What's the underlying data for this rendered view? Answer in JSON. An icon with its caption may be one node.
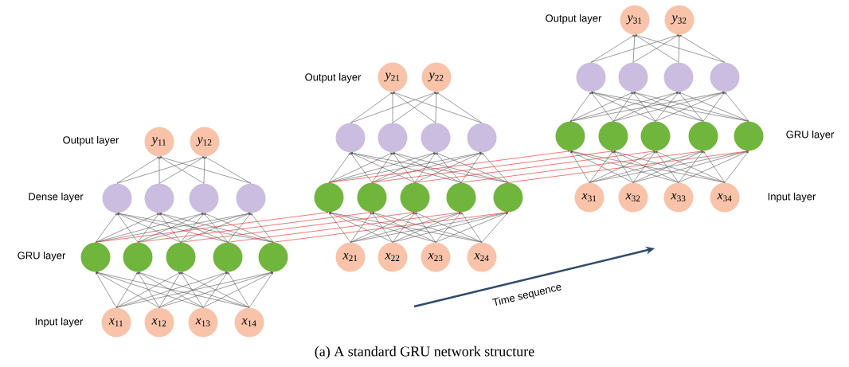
{
  "diagram": {
    "caption": "(a) A standard GRU network structure",
    "nodes": [
      {
        "text": [
          "*y*$_{11}$"
        ]
      },
      {
        "text": [
          "*y*$_{12}$"
        ]
      },
      {
        "text": [],
        "shape": "circle"
      },
      {
        "text": [],
        "shape": "circle"
      },
      {
        "text": [],
        "shape": "circle"
      },
      {
        "text": [],
        "shape": "circle"
      },
      {
        "text": [],
        "shape": "circle"
      },
      {
        "text": [],
        "shape": "circle"
      },
      {
        "text": [],
        "shape": "circle"
      },
      {
        "text": [],
        "shape": "circle"
      },
      {
        "text": [],
        "shape": "circle"
      },
      {
        "text": [
          "*x*$_{11}$"
        ]
      },
      {
        "text": [
          "*x*$_{12}$"
        ]
      },
      {
        "text": [
          "*x*$_{13}$"
        ]
      },
      {
        "text": [
          "*x*$_{14}$"
        ]
      },
      {
        "text": [
          "*y*$_{21}$"
        ]
      },
      {
        "text": [
          "*y*$_{22}$"
        ]
      },
      {
        "text": [],
        "shape": "circle"
      },
      {
        "text": [],
        "shape": "circle"
      },
      {
        "text": [],
        "shape": "circle"
      },
      {
        "text": [],
        "shape": "circle"
      },
      {
        "text": [],
        "shape": "circle"
      },
      {
        "text": [],
        "shape": "circle"
      },
      {
        "text": [],
        "shape": "circle"
      },
      {
        "text": [],
        "shape": "circle"
      },
      {
        "text": [],
        "shape": "circle"
      },
      {
        "text": [
          "*x*$_{21}$"
        ]
      },
      {
        "text": [
          "*x*$_{22}$"
        ]
      },
      {
        "text": [
          "*x*$_{23}$"
        ]
      },
      {
        "text": [
          "*x*$_{24}$"
        ]
      },
      {
        "text": [
          "*y*$_{31}$"
        ]
      },
      {
        "text": [
          "*y*$_{32}$"
        ]
      },
      {
        "text": [],
        "shape": "circle"
      },
      {
        "text": [],
        "shape": "circle"
      },
      {
        "text": [],
        "shape": "circle"
      },
      {
        "text": [],
        "shape": "circle"
      },
      {
        "text": [],
        "shape": "circle"
      },
      {
        "text": [],
        "shape": "circle"
      },
      {
        "text": [],
        "shape": "circle"
      },
      {
        "text": [],
        "shape": "circle"
      },
      {
        "text": [],
        "shape": "circle"
      },
      {
        "text": [
          "*x*$_{31}$"
        ]
      },
      {
        "text": [
          "*x*$_{32}$"
        ]
      },
      {
        "text": [
          "*x*$_{33}$"
        ]
      },
      {
        "text": [
          "*x*$_{34}$"
        ]
      }
    ],
    "edges": [
      {
        "from": 11,
        "to": 6,
        "arrow": "to"
      },
      {
        "from": 11,
        "to": 7,
        "arrow": "to"
      },
      {
        "from": 11,
        "to": 8,
        "arrow": "to"
      },
      {
        "from": 11,
        "to": 9,
        "arrow": "to"
      },
      {
        "from": 11,
        "to": 10,
        "arrow": "to"
      },
      {
        "from": 12,
        "to": 6,
        "arrow": "to"
      },
      {
        "from": 12,
        "to": 7,
        "arrow": "to"
      },
      {
        "from": 12,
        "to": 8,
        "arrow": "to"
      },
      {
        "from": 12,
        "to": 9,
        "arrow": "to"
      },
      {
        "from": 12,
        "to": 10,
        "arrow": "to"
      },
      {
        "from": 13,
        "to": 6,
        "arrow": "to"
      },
      {
        "from": 13,
        "to": 7,
        "arrow": "to"
      },
      {
        "from": 13,
        "to": 8,
        "arrow": "to"
      },
      {
        "from": 13,
        "to": 9,
        "arrow": "to"
      },
      {
        "from": 13,
        "to": 10,
        "arrow": "to"
      },
      {
        "from": 14,
        "to": 6,
        "arrow": "to"
      },
      {
        "from": 14,
        "to": 7,
        "arrow": "to"
      },
      {
        "from": 14,
        "to": 8,
        "arrow": "to"
      },
      {
        "from": 14,
        "to": 9,
        "arrow": "to"
      },
      {
        "from": 14,
        "to": 10,
        "arrow": "to"
      },
      {
        "from": 6,
        "to": 2,
        "arrow": "to"
      },
      {
        "from": 6,
        "to": 3,
        "arrow": "to"
      },
      {
        "from": 6,
        "to": 4,
        "arrow": "to"
      },
      {
        "from": 6,
        "to": 5,
        "arrow": "to"
      },
      {
        "from": 7,
        "to": 2,
        "arrow": "to"
      },
      {
        "from": 7,
        "to": 3,
        "arrow": "to"
      },
      {
        "from": 7,
        "to": 4,
        "arrow": "to"
      },
      {
        "from": 7,
        "to": 5,
        "arrow": "to"
      },
      {
        "from": 8,
        "to": 2,
        "arrow": "to"
      },
      {
        "from": 8,
        "to": 3,
        "arrow": "to"
      },
      {
        "from": 8,
        "to": 4,
        "arrow": "to"
      },
      {
        "from": 8,
        "to": 5,
        "arrow": "to"
      },
      {
        "from": 9,
        "to": 2,
        "arrow": "to"
      },
      {
        "from": 9,
        "to": 3,
        "arrow": "to"
      },
      {
        "from": 9,
        "to": 4,
        "arrow": "to"
      },
      {
        "from": 9,
        "to": 5,
        "arrow": "to"
      },
      {
        "from": 10,
        "to": 2,
        "arrow": "to"
      },
      {
        "from": 10,
        "to": 3,
        "arrow": "to"
      },
      {
        "from": 10,
        "to": 4,
        "arrow": "to"
      },
      {
        "from": 10,
        "to": 5,
        "arrow": "to"
      },
      {
        "from": 2,
        "to": 0,
        "arrow": "to"
      },
      {
        "from": 2,
        "to": 1,
        "arrow": "to"
      },
      {
        "from": 3,
        "to": 0,
        "arrow": "to"
      },
      {
        "from": 3,
        "to": 1,
        "arrow": "to"
      },
      {
        "from": 4,
        "to": 0,
        "arrow": "to"
      },
      {
        "from": 4,
        "to": 1,
        "arrow": "to"
      },
      {
        "from": 5,
        "to": 0,
        "arrow": "to"
      },
      {
        "from": 5,
        "to": 1,
        "arrow": "to"
      },
      {
        "from": 26,
        "to": 21,
        "arrow": "to"
      },
      {
        "from": 26,
        "to": 22,
        "arrow": "to"
      },
      {
        "from": 26,
        "to": 23,
        "arrow": "to"
      },
      {
        "from": 26,
        "to": 24,
        "arrow": "to"
      },
      {
        "from": 26,
        "to": 25,
        "arrow": "to"
      },
      {
        "from": 27,
        "to": 21,
        "arrow": "to"
      },
      {
        "from": 27,
        "to": 22,
        "arrow": "to"
      },
      {
        "from": 27,
        "to": 23,
        "arrow": "to"
      },
      {
        "from": 27,
        "to": 24,
        "arrow": "to"
      },
      {
        "from": 27,
        "to": 25,
        "arrow": "to"
      },
      {
        "from": 28,
        "to": 21,
        "arrow": "to"
      },
      {
        "from": 28,
        "to": 22,
        "arrow": "to"
      },
      {
        "from": 28,
        "to": 23,
        "arrow": "to"
      },
      {
        "from": 28,
        "to": 24,
        "arrow": "to"
      },
      {
        "from": 28,
        "to": 25,
        "arrow": "to"
      },
      {
        "from": 29,
        "to": 21,
        "arrow": "to"
      },
      {
        "from": 29,
        "to": 22,
        "arrow": "to"
      },
      {
        "from": 29,
        "to": 23,
        "arrow": "to"
      },
      {
        "from": 29,
        "to": 24,
        "arrow": "to"
      },
      {
        "from": 29,
        "to": 25,
        "arrow": "to"
      },
      {
        "from": 21,
        "to": 17,
        "arrow": "to"
      },
      {
        "from": 21,
        "to": 18,
        "arrow": "to"
      },
      {
        "from": 21,
        "to": 19,
        "arrow": "to"
      },
      {
        "from": 21,
        "to": 20,
        "arrow": "to"
      },
      {
        "from": 22,
        "to": 17,
        "arrow": "to"
      },
      {
        "from": 22,
        "to": 18,
        "arrow": "to"
      },
      {
        "from": 22,
        "to": 19,
        "arrow": "to"
      },
      {
        "from": 22,
        "to": 20,
        "arrow": "to"
      },
      {
        "from": 23,
        "to": 17,
        "arrow": "to"
      },
      {
        "from": 23,
        "to": 18,
        "arrow": "to"
      },
      {
        "from": 23,
        "to": 19,
        "arrow": "to"
      },
      {
        "from": 23,
        "to": 20,
        "arrow": "to"
      },
      {
        "from": 24,
        "to": 17,
        "arrow": "to"
      },
      {
        "from": 24,
        "to": 18,
        "arrow": "to"
      },
      {
        "from": 24,
        "to": 19,
        "arrow": "to"
      },
      {
        "from": 24,
        "to": 20,
        "arrow": "to"
      },
      {
        "from": 25,
        "to": 17,
        "arrow": "to"
      },
      {
        "from": 25,
        "to": 18,
        "arrow": "to"
      },
      {
        "from": 25,
        "to": 19,
        "arrow": "to"
      },
      {
        "from": 25,
        "to": 20,
        "arrow": "to"
      },
      {
        "from": 17,
        "to": 15,
        "arrow": "to"
      },
      {
        "from": 17,
        "to": 16,
        "arrow": "to"
      },
      {
        "from": 18,
        "to": 15,
        "arrow": "to"
      },
      {
        "from": 18,
        "to": 16,
        "arrow": "to"
      },
      {
        "from": 19,
        "to": 15,
        "arrow": "to"
      },
      {
        "from": 19,
        "to": 16,
        "arrow": "to"
      },
      {
        "from": 20,
        "to": 15,
        "arrow": "to"
      },
      {
        "from": 20,
        "to": 16,
        "arrow": "to"
      },
      {
        "from": 41,
        "to": 36,
        "arrow": "to"
      },
      {
        "from": 41,
        "to": 37,
        "arrow": "to"
      },
      {
        "from": 41,
        "to": 38,
        "arrow": "to"
      },
      {
        "from": 41,
        "to": 39,
        "arrow": "to"
      },
      {
        "from": 41,
        "to": 40,
        "arrow": "to"
      },
      {
        "from": 42,
        "to": 36,
        "arrow": "to"
      },
      {
        "from": 42,
        "to": 37,
        "arrow": "to"
      },
      {
        "from": 42,
        "to": 38,
        "arrow": "to"
      },
      {
        "from": 42,
        "to": 39,
        "arrow": "to"
      },
      {
        "from": 42,
        "to": 40,
        "arrow": "to"
      },
      {
        "from": 43,
        "to": 36,
        "arrow": "to"
      },
      {
        "from": 43,
        "to": 37,
        "arrow": "to"
      },
      {
        "from": 43,
        "to": 38,
        "arrow": "to"
      },
      {
        "from": 43,
        "to": 39,
        "arrow": "to"
      },
      {
        "from": 43,
        "to": 40,
        "arrow": "to"
      },
      {
        "from": 44,
        "to": 36,
        "arrow": "to"
      },
      {
        "from": 44,
        "to": 37,
        "arrow": "to"
      },
      {
        "from": 44,
        "to": 38,
        "arrow": "to"
      },
      {
        "from": 44,
        "to": 39,
        "arrow": "to"
      },
      {
        "from": 44,
        "to": 40,
        "arrow": "to"
      },
      {
        "from": 36,
        "to": 32,
        "arrow": "to"
      },
      {
        "from": 36,
        "to": 33,
        "arrow": "to"
      },
      {
        "from": 36,
        "to": 34,
        "arrow": "to"
      },
      {
        "from": 36,
        "to": 35,
        "arrow": "to"
      },
      {
        "from": 37,
        "to": 32,
        "arrow": "to"
      },
      {
        "from": 37,
        "to": 33,
        "arrow": "to"
      },
      {
        "from": 37,
        "to": 34,
        "arrow": "to"
      },
      {
        "from": 37,
        "to": 35,
        "arrow": "to"
      },
      {
        "from": 38,
        "to": 32,
        "arrow": "to"
      },
      {
        "from": 38,
        "to": 33,
        "arrow": "to"
      },
      {
        "from": 38,
        "to": 34,
        "arrow": "to"
      },
      {
        "from": 38,
        "to": 35,
        "arrow": "to"
      },
      {
        "from": 39,
        "to": 32,
        "arrow": "to"
      },
      {
        "from": 39,
        "to": 33,
        "arrow": "to"
      },
      {
        "from": 39,
        "to": 34,
        "arrow": "to"
      },
      {
        "from": 39,
        "to": 35,
        "arrow": "to"
      },
      {
        "from": 40,
        "to": 32,
        "arrow": "to"
      },
      {
        "from": 40,
        "to": 33,
        "arrow": "to"
      },
      {
        "from": 40,
        "to": 34,
        "arrow": "to"
      },
      {
        "from": 40,
        "to": 35,
        "arrow": "to"
      },
      {
        "from": 32,
        "to": 30,
        "arrow": "to"
      },
      {
        "from": 32,
        "to": 31,
        "arrow": "to"
      },
      {
        "from": 33,
        "to": 30,
        "arrow": "to"
      },
      {
        "from": 33,
        "to": 31,
        "arrow": "to"
      },
      {
        "from": 34,
        "to": 30,
        "arrow": "to"
      },
      {
        "from": 34,
        "to": 31,
        "arrow": "to"
      },
      {
        "from": 35,
        "to": 30,
        "arrow": "to"
      },
      {
        "from": 35,
        "to": 31,
        "arrow": "to"
      },
      {
        "from": 6,
        "to": 21,
        "arrow": "to",
        "color": "#e8403a"
      },
      {
        "from": 7,
        "to": 22,
        "arrow": "to",
        "color": "#e8403a"
      },
      {
        "from": 8,
        "to": 23,
        "arrow": "to",
        "color": "#e8403a"
      },
      {
        "from": 9,
        "to": 24,
        "arrow": "to",
        "color": "#e8403a"
      },
      {
        "from": 10,
        "to": 25,
        "arrow": "to",
        "color": "#e8403a"
      },
      {
        "from": 21,
        "to": 36,
        "arrow": "to",
        "color": "#e8403a"
      },
      {
        "from": 22,
        "to": 37,
        "arrow": "to",
        "color": "#e8403a"
      },
      {
        "from": 23,
        "to": 38,
        "arrow": "to",
        "color": "#e8403a"
      },
      {
        "from": 24,
        "to": 39,
        "arrow": "to",
        "color": "#e8403a"
      },
      {
        "from": 25,
        "to": 40,
        "arrow": "to",
        "color": "#e8403a"
      }
    ],
    "labels": [
      "Output layer",
      "Output layer",
      "GRU layer",
      "Output layer",
      "Input layer",
      "Dense layer",
      "GRU layer",
      "Time sequence",
      "Input layer"
    ]
  }
}
